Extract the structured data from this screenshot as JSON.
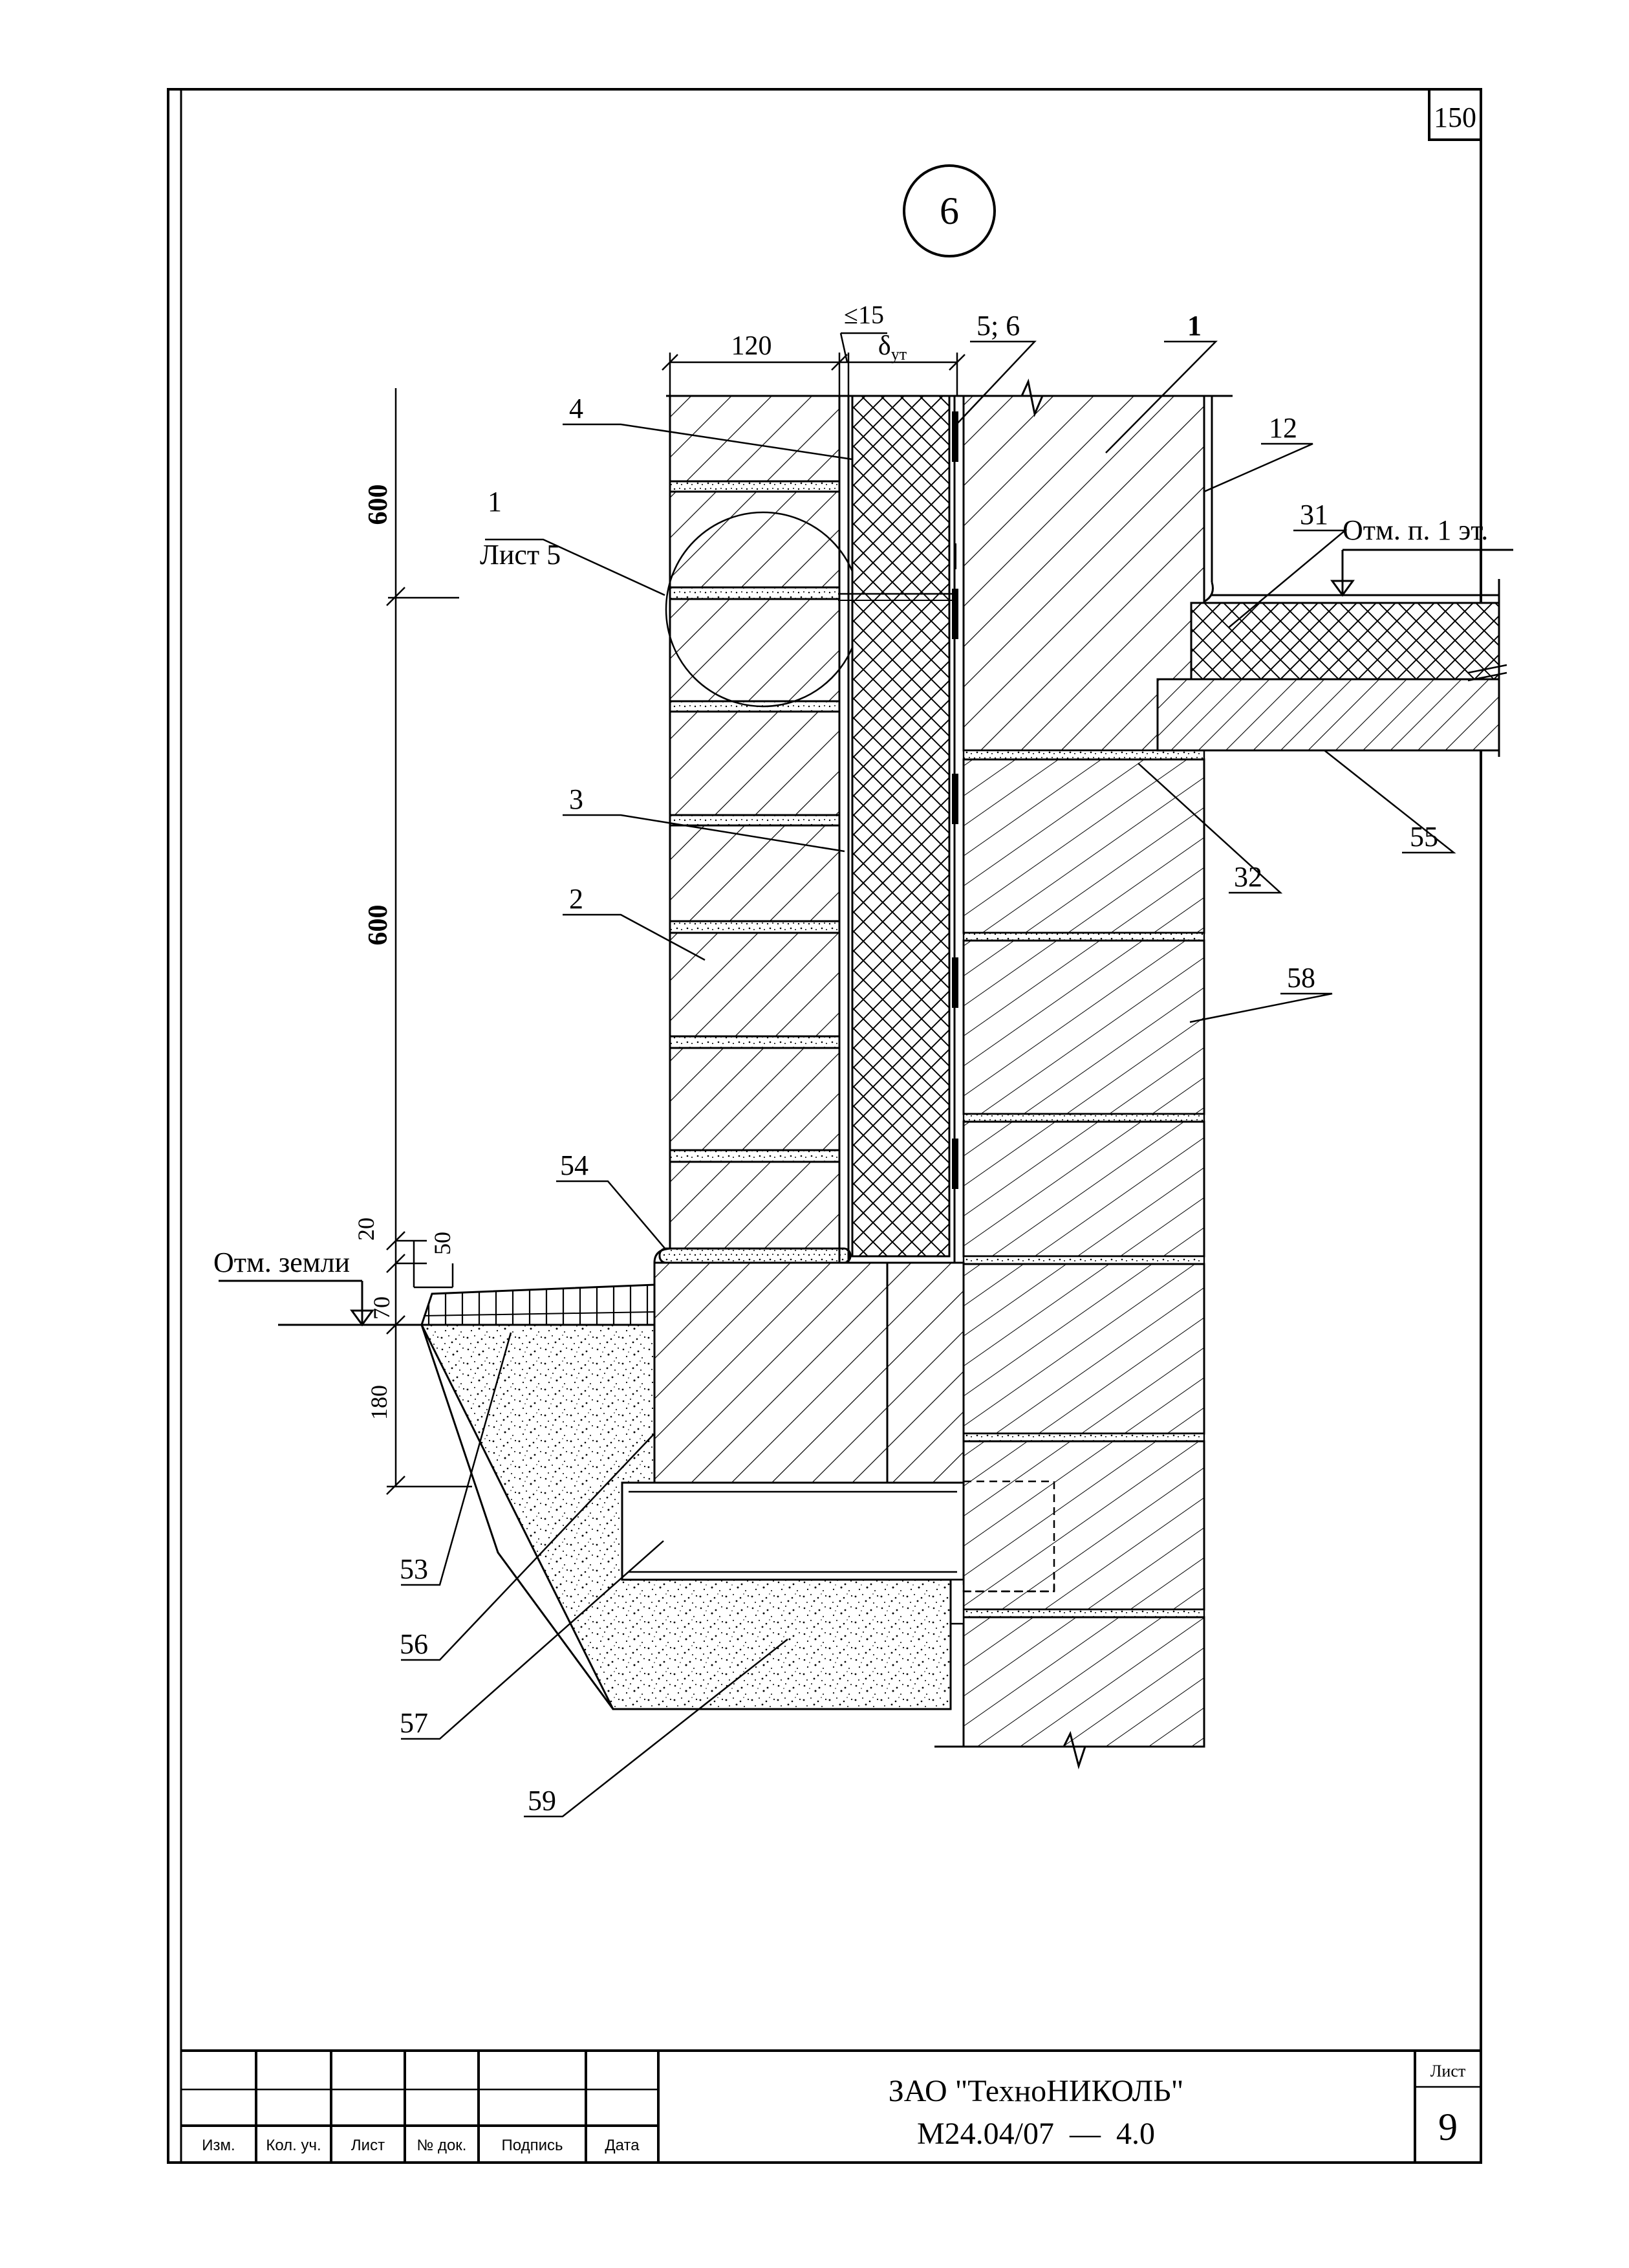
{
  "sheet": {
    "corner_number": "150",
    "detail_number": "6"
  },
  "dimensions": {
    "brick_width": "120",
    "gap": "≤15",
    "insulation_symbol": "δ",
    "insulation_subscript": "ут",
    "height_upper": "600",
    "height_middle": "600",
    "dim_20": "20",
    "dim_50": "50",
    "dim_70": "70",
    "dim_180": "180"
  },
  "levels": {
    "ground": "Отм. земли",
    "floor": "Отм. п. 1 эт."
  },
  "callouts": {
    "c1_top": "1",
    "c56": "5; 6",
    "c12": "12",
    "c31": "31",
    "c4": "4",
    "c1_left": "1",
    "c1_left_sheet": "Лист 5",
    "c3": "3",
    "c2": "2",
    "c32": "32",
    "c55": "55",
    "c58": "58",
    "c54": "54",
    "c53": "53",
    "c56b": "56",
    "c57": "57",
    "c59": "59"
  },
  "title_block": {
    "headers": [
      "Изм.",
      "Кол. уч.",
      "Лист",
      "№ док.",
      "Подпись",
      "Дата"
    ],
    "company": "ЗАО \"ТехноНИКОЛЬ\"",
    "doc_code": "М24.04/07  —  4.0",
    "sheet_label": "Лист",
    "sheet_number": "9"
  }
}
